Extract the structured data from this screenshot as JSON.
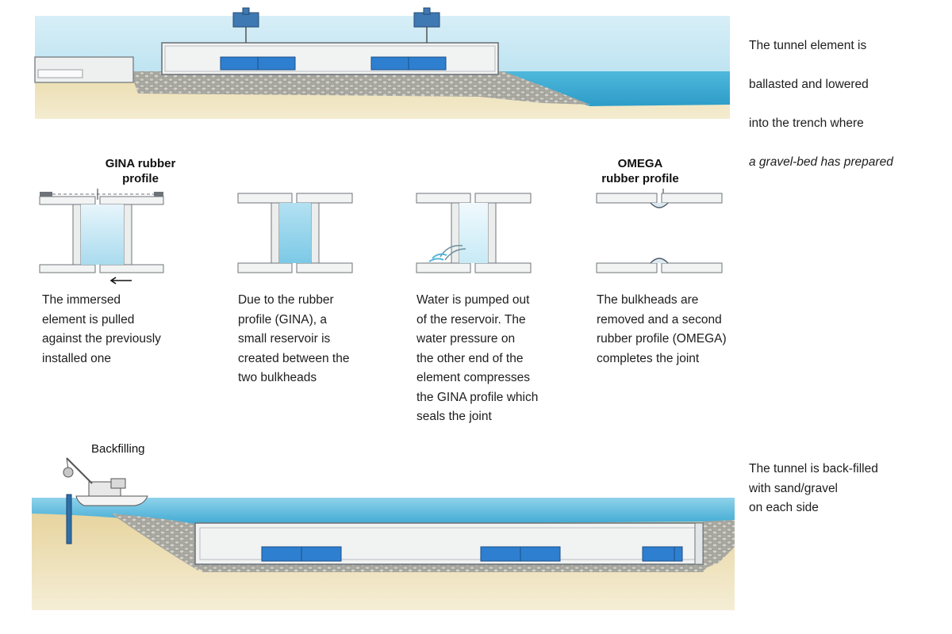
{
  "top": {
    "caption_line1": "The tunnel element is",
    "caption_line2": "ballasted and lowered",
    "caption_line3": "into the trench where",
    "caption_line4": "a gravel-bed has prepared"
  },
  "steps": [
    {
      "label": "GINA rubber\nprofile",
      "caption": "The immersed\nelement is pulled\nagainst the previously\ninstalled one"
    },
    {
      "label": "",
      "caption": "Due to the rubber\nprofile (GINA), a\nsmall reservoir is\ncreated between the\ntwo bulkheads"
    },
    {
      "label": "",
      "caption": "Water is pumped out\nof the reservoir. The\nwater pressure on\nthe other end of the\nelement compresses\nthe GINA profile which\nseals the joint"
    },
    {
      "label": "OMEGA\nrubber profile",
      "caption": "The bulkheads are\nremoved and a second\nrubber profile (OMEGA)\ncompletes the joint"
    }
  ],
  "bottom": {
    "label": "Backfilling",
    "caption": "The tunnel is back-filled\nwith sand/gravel\non each side"
  },
  "colors": {
    "water": "#4fb8dc",
    "sand": "#e8d7a6",
    "gravel": "#b9b9b2",
    "ballast_tank": "#2e7fd0",
    "concrete": "#f1f2f2"
  }
}
